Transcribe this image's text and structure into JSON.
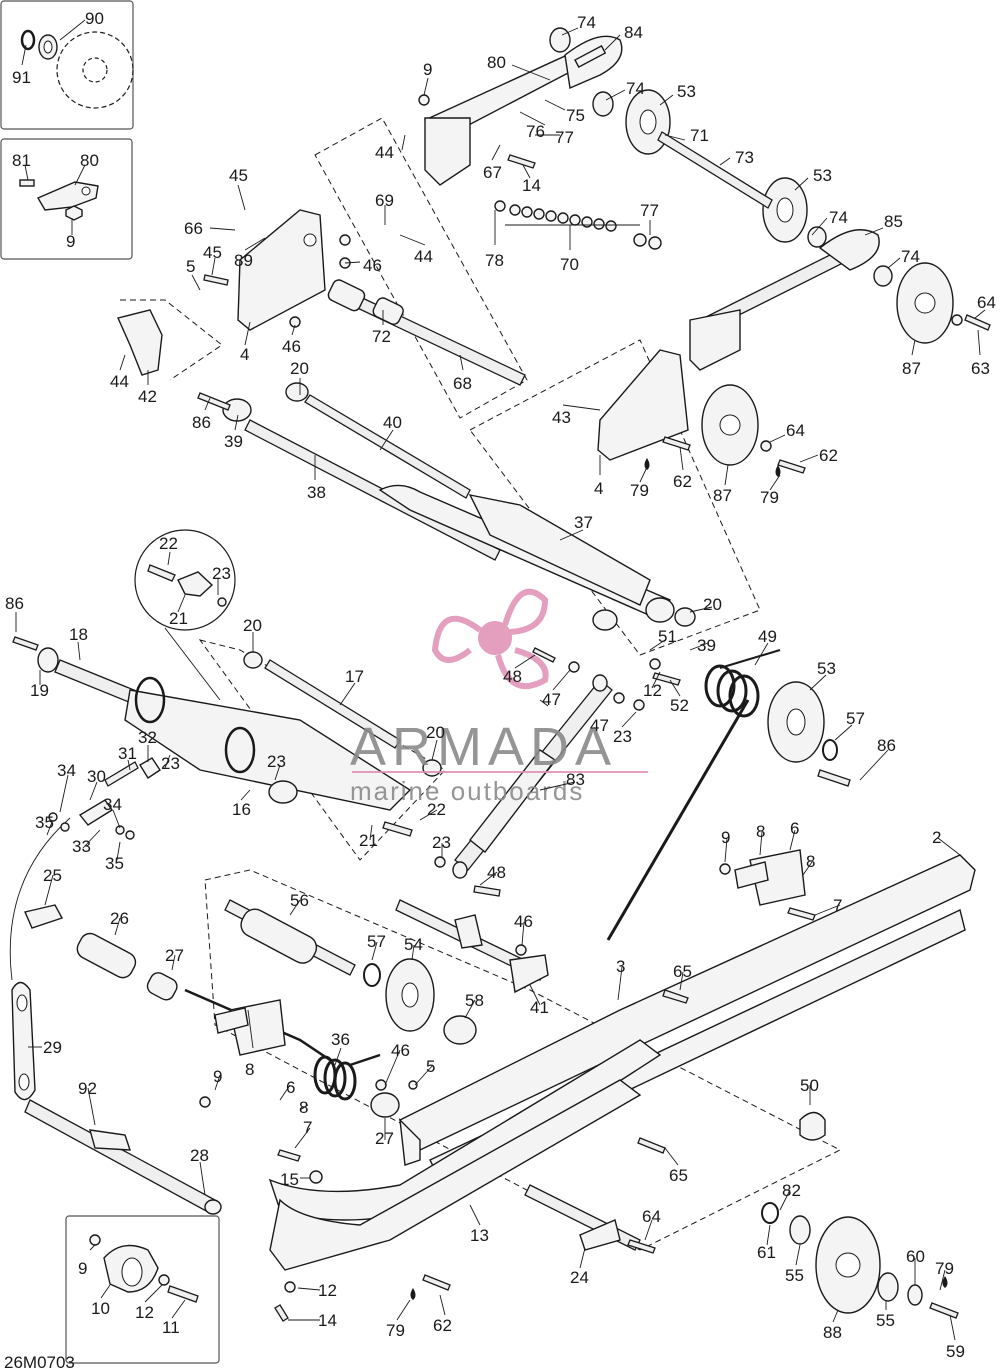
{
  "figure_code": "26M0703",
  "watermark": {
    "brand": "ARMADA",
    "tagline": "marine outboards",
    "accent_color": "#e08fb4",
    "text_color": "#8a8a8a"
  },
  "part_numbers": {
    "p90": "90",
    "p91": "91",
    "p81": "81",
    "p80a": "80",
    "p9a": "9",
    "p74a": "74",
    "p84": "84",
    "p9b": "9",
    "p80b": "80",
    "p74b": "74",
    "p53a": "53",
    "p75": "75",
    "p76": "76",
    "p77a": "77",
    "p71": "71",
    "p73": "73",
    "p44a": "44",
    "p67": "67",
    "p14a": "14",
    "p53b": "53",
    "p45a": "45",
    "p69": "69",
    "p66": "66",
    "p89": "89",
    "p46a": "46",
    "p44b": "44",
    "p45b": "45",
    "p78": "78",
    "p70": "70",
    "p77b": "77",
    "p74c": "74",
    "p85": "85",
    "p74d": "74",
    "p5a": "5",
    "p72": "72",
    "p4a": "4",
    "p46b": "46",
    "p44c": "44",
    "p42": "42",
    "p68": "68",
    "p64a": "64",
    "p87a": "87",
    "p63": "63",
    "p20a": "20",
    "p86a": "86",
    "p39a": "39",
    "p40": "40",
    "p43": "43",
    "p64b": "64",
    "p62a": "62",
    "p62b": "62",
    "p38": "38",
    "p4b": "4",
    "p79a": "79",
    "p87b": "87",
    "p79b": "79",
    "p37": "37",
    "p22a": "22",
    "p23a": "23",
    "p21a": "21",
    "p86b": "86",
    "p18": "18",
    "p20b": "20",
    "p20c": "20",
    "p39b": "39",
    "p49": "49",
    "p17": "17",
    "p51": "51",
    "p53c": "53",
    "p19": "19",
    "p48a": "48",
    "p47a": "47",
    "p12a": "12",
    "p52": "52",
    "p57a": "57",
    "p32": "32",
    "p31": "31",
    "p34a": "34",
    "p30": "30",
    "p23b": "23",
    "p20d": "20",
    "p47b": "47",
    "p23c": "23",
    "p86c": "86",
    "p35a": "35",
    "p34b": "34",
    "p16": "16",
    "p23d": "23",
    "p83": "83",
    "p22b": "22",
    "p33": "33",
    "p35b": "35",
    "p21b": "21",
    "p9c": "9",
    "p8a": "8",
    "p6a": "6",
    "p23e": "23",
    "p8b": "8",
    "p2": "2",
    "p25": "25",
    "p48b": "48",
    "p56": "56",
    "p46c": "46",
    "p7a": "7",
    "p26": "26",
    "p27a": "27",
    "p57b": "57",
    "p54": "54",
    "p41": "41",
    "p3": "3",
    "p65a": "65",
    "p58": "58",
    "p29": "29",
    "p36": "36",
    "p46d": "46",
    "p5b": "5",
    "p50": "50",
    "p9d": "9",
    "p8c": "8",
    "p92": "92",
    "p6b": "6",
    "p8d": "8",
    "p27b": "27",
    "p7b": "7",
    "p65b": "65",
    "p28": "28",
    "p15": "15",
    "p82": "82",
    "p13": "13",
    "p64c": "64",
    "p61": "61",
    "p55a": "55",
    "p24": "24",
    "p9e": "9",
    "p60": "60",
    "p79c": "79",
    "p10": "10",
    "p12b": "12",
    "p11": "11",
    "p12c": "12",
    "p14b": "14",
    "p79d": "79",
    "p62c": "62",
    "p88": "88",
    "p55b": "55",
    "p59": "59"
  }
}
